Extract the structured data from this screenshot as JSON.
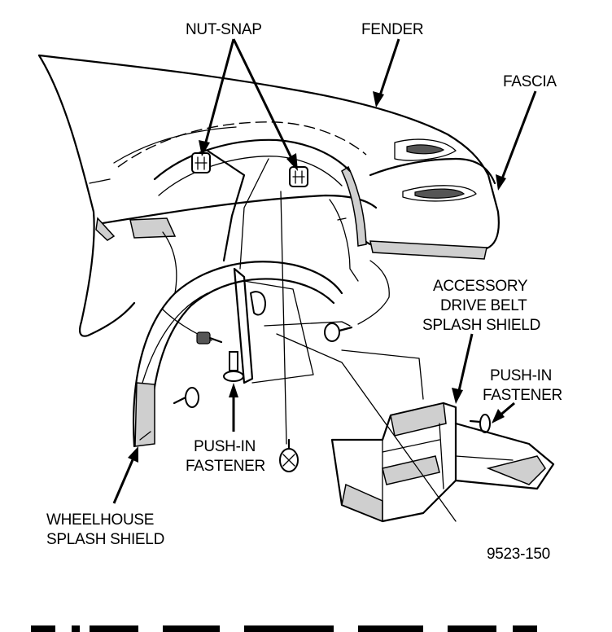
{
  "labels": {
    "nut_snap": "NUT-SNAP",
    "fender": "FENDER",
    "fascia": "FASCIA",
    "accessory_line1": "ACCESSORY",
    "accessory_line2": "DRIVE BELT",
    "accessory_line3": "SPLASH SHIELD",
    "pushin_right_line1": "PUSH-IN",
    "pushin_right_line2": "FASTENER",
    "pushin_center_line1": "PUSH-IN",
    "pushin_center_line2": "FASTENER",
    "wheelhouse_line1": "WHEELHOUSE",
    "wheelhouse_line2": "SPLASH SHIELD",
    "figure_id": "9523-150"
  },
  "colors": {
    "ink": "#000000",
    "paper": "#ffffff",
    "shading": "#cfcfcf"
  }
}
